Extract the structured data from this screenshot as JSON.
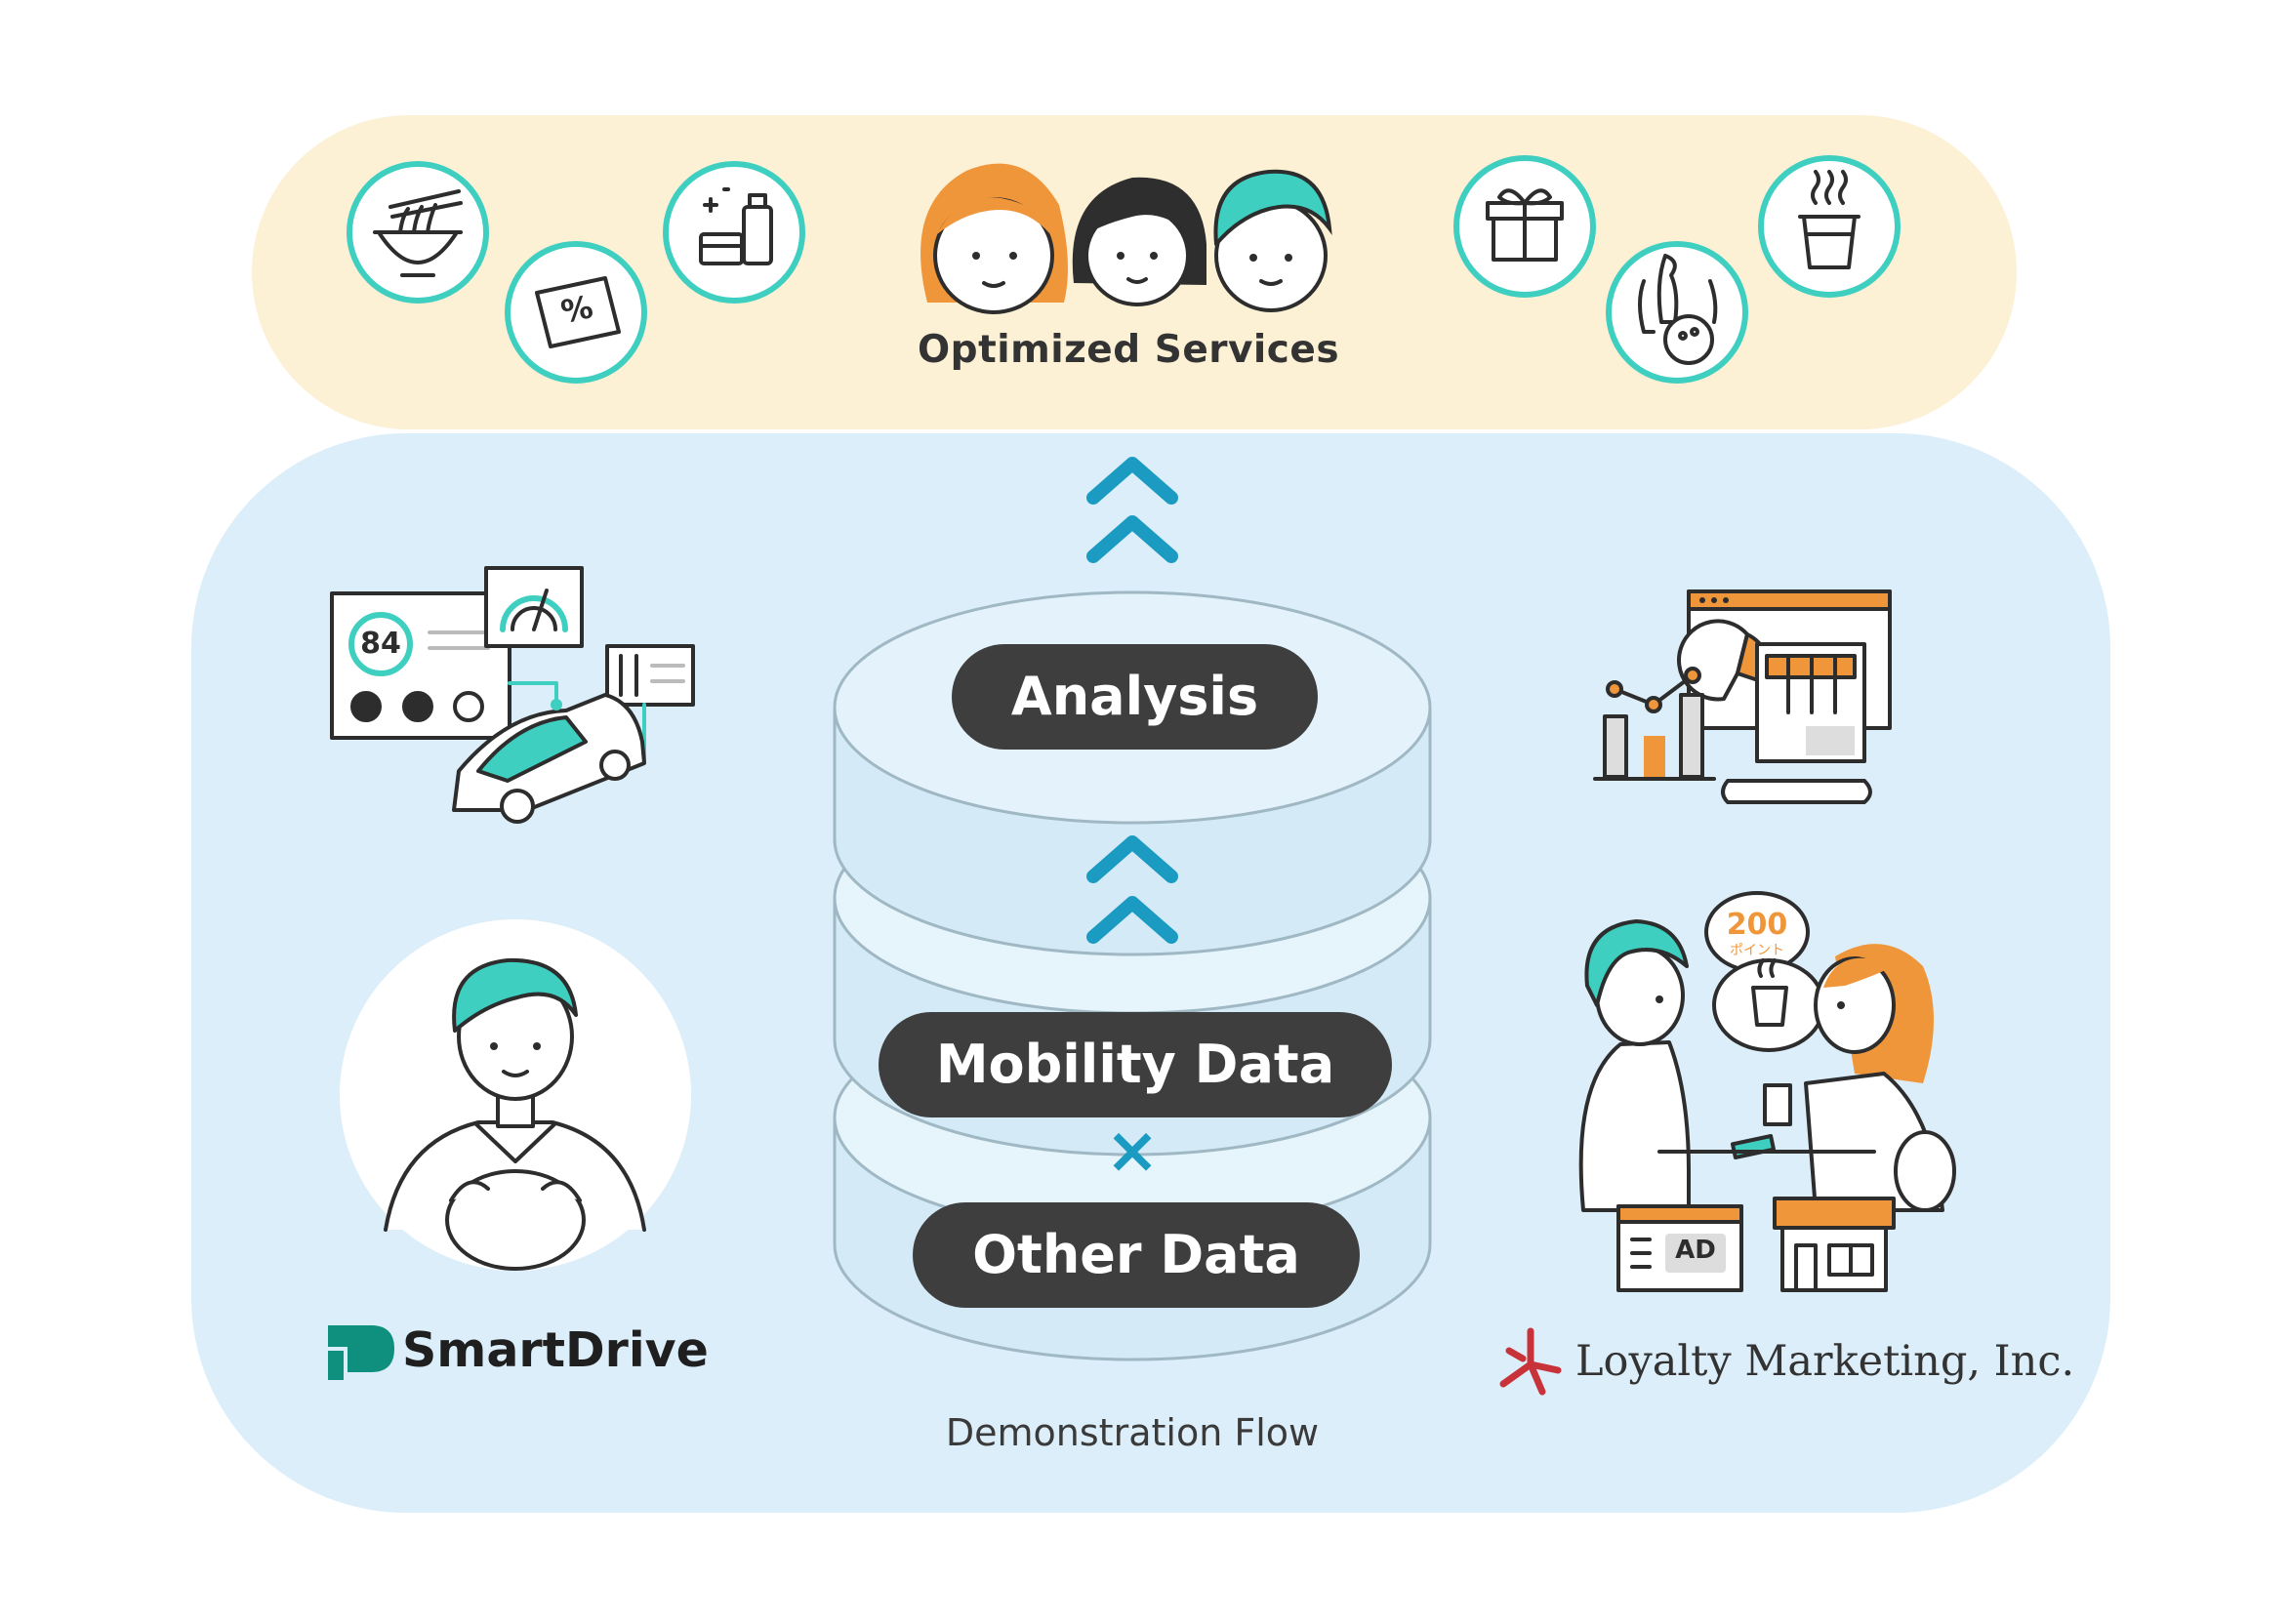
{
  "sections": {
    "services_title": "Optimized Services",
    "flow_title": "Demonstration Flow"
  },
  "stack": {
    "analysis": "Analysis",
    "mobility": "Mobility Data",
    "cross": "×",
    "other": "Other Data"
  },
  "dashboard": {
    "score": "84"
  },
  "bubble": {
    "points": "200",
    "points_unit": "ポイント"
  },
  "ad_label": "AD",
  "coupon_symbol": "%",
  "brands": {
    "smartdrive": "SmartDrive",
    "loyalty": "Loyalty Marketing, Inc."
  },
  "colors": {
    "teal": "#3fcfc0",
    "orange": "#f0963a",
    "arrow_blue": "#1c9bc2",
    "band_yellow": "#fcf0d5",
    "panel_blue": "#dbeef9",
    "pill_dark": "#3e3e3e",
    "loyalty_red": "#c8333a"
  }
}
